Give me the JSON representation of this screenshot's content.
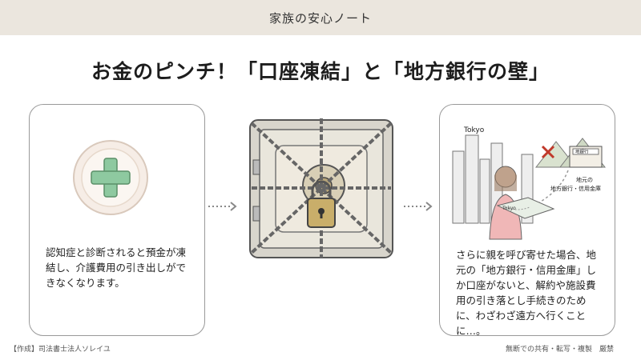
{
  "header": {
    "title": "家族の安心ノート"
  },
  "main": {
    "headline": "お金のピンチ！「口座凍結」と「地方銀行の壁」",
    "left_card": {
      "text": "認知症と診断されると預金が凍結し、介護費用の引き出しができなくなります。"
    },
    "right_card": {
      "text": "さらに親を呼び寄せた場合、地元の「地方銀行・信用金庫」しか口座がないと、解約や施設費用の引き落とし手続きのために、わざわざ遠方へ行くことに…。",
      "illustration": {
        "city_label": "Tokyo",
        "bank_sign": "地銀行",
        "local_label_line1": "地元の",
        "local_label_line2": "地方銀行・信用金庫",
        "map_label": "Tokyo"
      }
    }
  },
  "footer": {
    "credit": "【作成】司法書士法人ソレイユ",
    "notice": "無断での共有・転写・複製　厳禁"
  },
  "colors": {
    "header_bg": "#ebe6de",
    "cross_green": "#8ec9a0",
    "card_border": "#9a9a9a"
  },
  "icons": [
    "medical-cross-icon",
    "right-arrow-icon",
    "chained-safe-icon",
    "woman-with-map-illustration"
  ]
}
